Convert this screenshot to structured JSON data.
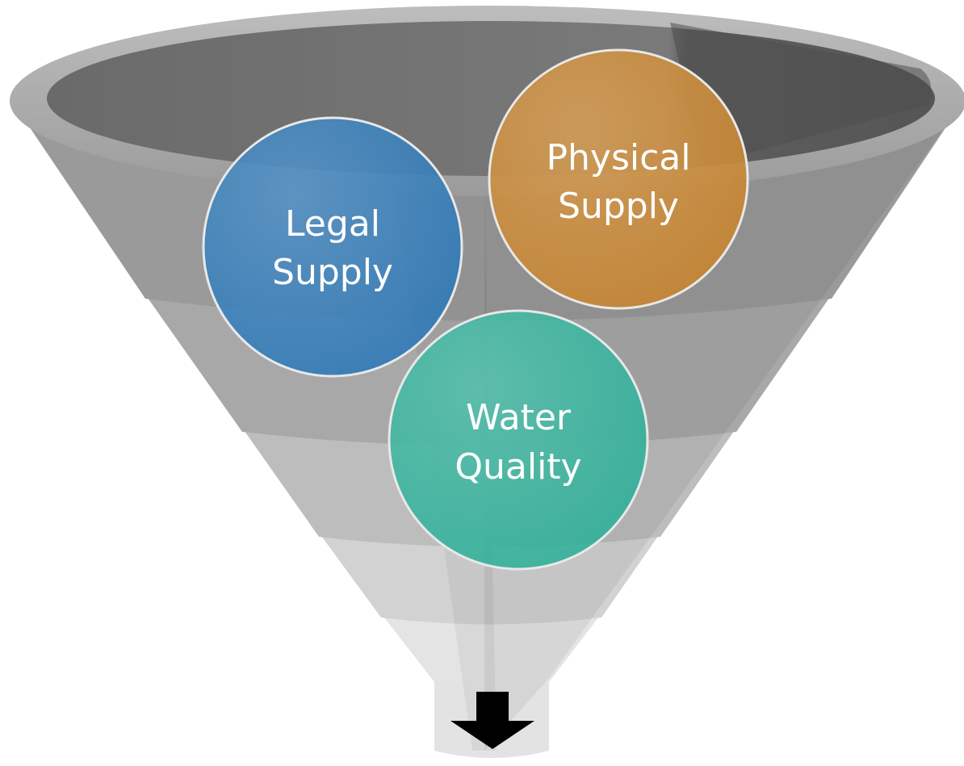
{
  "diagram": {
    "type": "funnel",
    "bubbles": [
      {
        "id": "legal",
        "line1": "Legal",
        "line2": "Supply",
        "color": "#2E78B6"
      },
      {
        "id": "physical",
        "line1": "Physical",
        "line2": "Supply",
        "color": "#C58431"
      },
      {
        "id": "water",
        "line1": "Water",
        "line2": "Quality",
        "color": "#2FAF98"
      }
    ],
    "funnel_colors": {
      "rim": "#A6A6A6",
      "inner": "#737373",
      "band_dark": "#7A7A7A",
      "band_light": "#D9D9D9",
      "spout": "#E6E6E6"
    },
    "output_arrow_color": "#000000"
  }
}
